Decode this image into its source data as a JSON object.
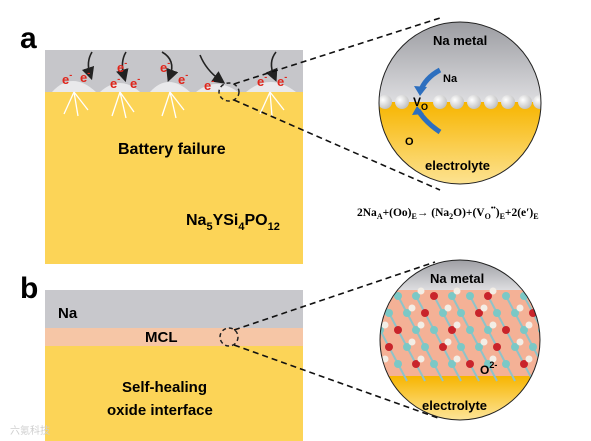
{
  "panel_a": {
    "label": "a",
    "electron": "e",
    "electron_sup": "-",
    "failure_text": "Battery failure",
    "formula": {
      "p1": "Na",
      "s1": "5",
      "p2": "YSi",
      "s2": "4",
      "p3": "PO",
      "s3": "12"
    },
    "zoom": {
      "top": "Na metal",
      "na": "Na",
      "vo_main": "V",
      "vo_sub": "O",
      "o": "O",
      "bottom": "electrolyte"
    },
    "reaction": {
      "na2": "2Na",
      "na_sub": "A",
      "plus_oo": "+(Oo)",
      "e_sub1": "E",
      "arrow": "→ (Na",
      "two": "2",
      "o_close": "O)+(V",
      "o_sub": "O",
      "cdot": "••",
      "close2": ")",
      "e_sub2": "E",
      "plus2e": "+2(e′)",
      "e_sub3": "E"
    }
  },
  "panel_b": {
    "label": "b",
    "na": "Na",
    "mcl": "MCL",
    "heal_line1": "Self-healing",
    "heal_line2": "oxide interface",
    "zoom": {
      "top": "Na metal",
      "o2": "O",
      "o2_sup": "2-",
      "bottom": "electrolyte"
    }
  },
  "watermark": "六氪科技",
  "colors": {
    "metal": "#c8c8cc",
    "electrolyte": "#fbd55a",
    "mcl": "#f6c6a6",
    "arrow_blue": "#2d6fbf",
    "electron_red": "#e0251b"
  }
}
